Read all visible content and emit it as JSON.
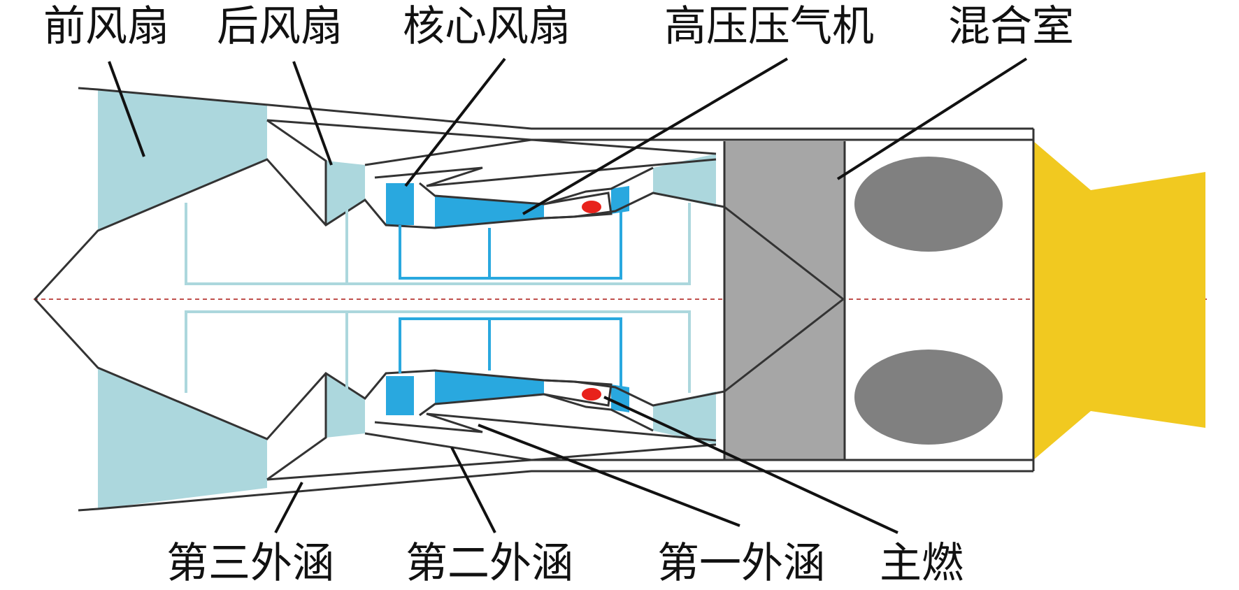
{
  "labels": {
    "front_fan": "前风扇",
    "rear_fan": "后风扇",
    "core_fan": "核心风扇",
    "hp_compressor": "高压压气机",
    "mixer": "混合室",
    "third_bypass": "第三外涵",
    "second_bypass": "第二外涵",
    "first_bypass": "第一外涵",
    "main_combustor": "主燃"
  },
  "colors": {
    "fan_blade": "#acd7dd",
    "core_blade": "#29a8df",
    "shaft_light": "#acd7dd",
    "casing": "#333333",
    "turbine": "#a6a6a6",
    "mixer_lobes": "#808080",
    "nozzle": "#f1c920",
    "burner": "#e8221c",
    "centerline": "#c0504d"
  },
  "icons": {
    "burner": "red-dot-icon"
  }
}
